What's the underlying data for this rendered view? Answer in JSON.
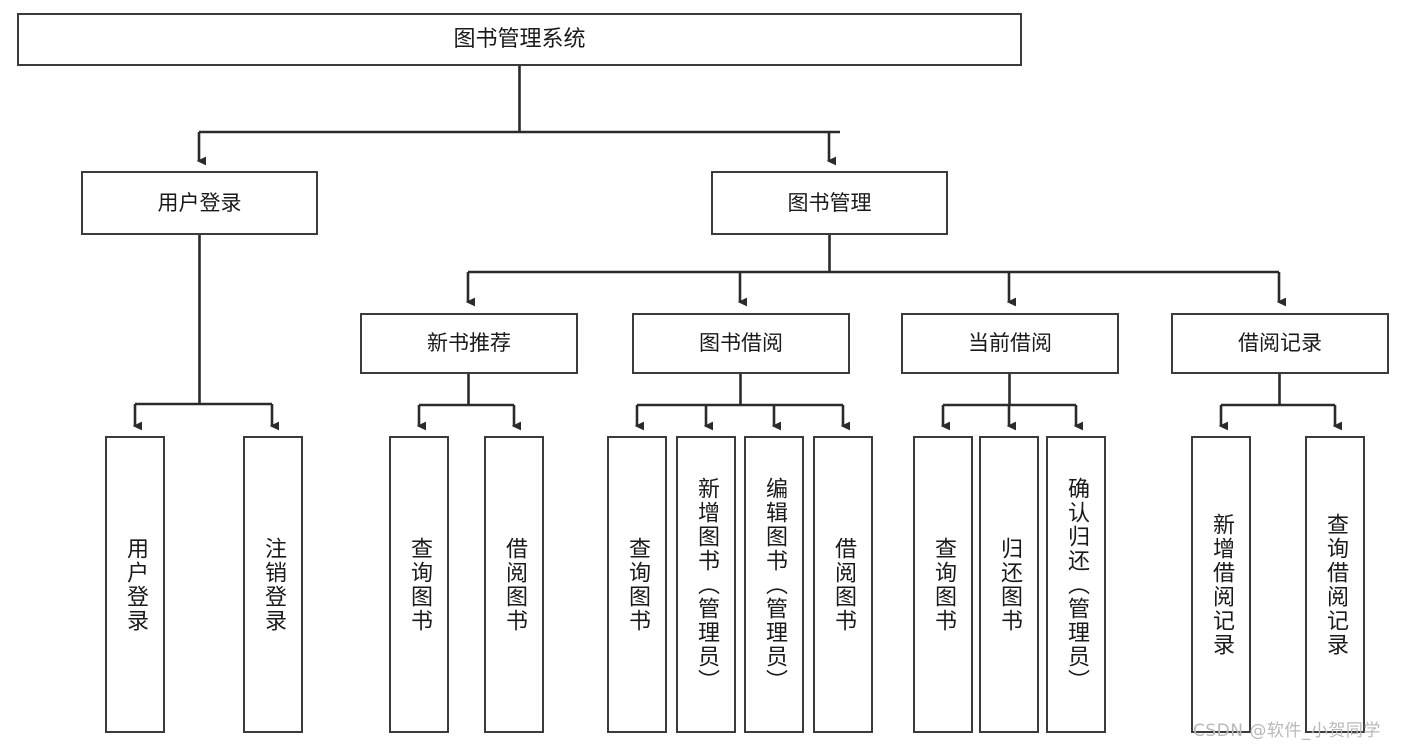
{
  "diagram": {
    "type": "tree-hierarchy",
    "title": "图书管理系统",
    "watermark": "CSDN @软件_小贺同学",
    "colors": {
      "background": "#ffffff",
      "node_border": "#3b3b3b",
      "node_fill": "#ffffff",
      "edge": "#2b2b2b",
      "text": "#1a1a1a",
      "watermark": "#b9b9b9"
    },
    "root": {
      "label": "图书管理系统"
    },
    "level2": [
      {
        "id": "user-login",
        "label": "用户登录"
      },
      {
        "id": "book-manage",
        "label": "图书管理"
      }
    ],
    "level3": [
      {
        "id": "new-book-recommend",
        "label": "新书推荐",
        "parent": "book-manage"
      },
      {
        "id": "book-borrow",
        "label": "图书借阅",
        "parent": "book-manage"
      },
      {
        "id": "current-borrow",
        "label": "当前借阅",
        "parent": "book-manage"
      },
      {
        "id": "borrow-record",
        "label": "借阅记录",
        "parent": "book-manage"
      }
    ],
    "leaves": {
      "user_login": [
        {
          "id": "leaf-user-login",
          "label": "用户登录"
        },
        {
          "id": "leaf-logout",
          "label": "注销登录"
        }
      ],
      "new_book_recommend": [
        {
          "id": "leaf-query-book-1",
          "label": "查询图书"
        },
        {
          "id": "leaf-borrow-book-1",
          "label": "借阅图书"
        }
      ],
      "book_borrow": [
        {
          "id": "leaf-query-book-2",
          "label": "查询图书"
        },
        {
          "id": "leaf-add-book",
          "label": "新增图书（管理员）"
        },
        {
          "id": "leaf-edit-book",
          "label": "编辑图书（管理员）"
        },
        {
          "id": "leaf-borrow-book-2",
          "label": "借阅图书"
        }
      ],
      "current_borrow": [
        {
          "id": "leaf-query-book-3",
          "label": "查询图书"
        },
        {
          "id": "leaf-return-book",
          "label": "归还图书"
        },
        {
          "id": "leaf-confirm-return",
          "label": "确认归还（管理员）"
        }
      ],
      "borrow_record": [
        {
          "id": "leaf-add-record",
          "label": "新增借阅记录"
        },
        {
          "id": "leaf-query-record",
          "label": "查询借阅记录"
        }
      ]
    }
  }
}
